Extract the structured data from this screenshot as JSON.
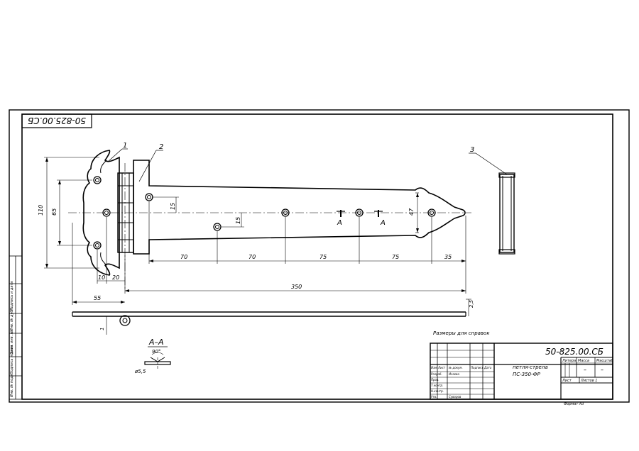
{
  "drawing": {
    "code_top": "50-825.00.СБ",
    "code_main": "50-825.00.СБ",
    "positions": [
      "1",
      "2",
      "3"
    ],
    "dims": {
      "h110": "110",
      "h65": "65",
      "h15a": "15",
      "h15b": "15",
      "h47": "47",
      "d10": "10",
      "d20": "20",
      "d55": "55",
      "d350": "350",
      "d70a": "70",
      "d70b": "70",
      "d75a": "75",
      "d75b": "75",
      "d35": "35",
      "d25": "2,5",
      "d1": "1"
    },
    "section_mark": "А",
    "section_title": "А–А",
    "angle": "90°",
    "hole": "ø5,5",
    "note": "Размеры для справок"
  },
  "title_block": {
    "name_line1": "петля-стрела",
    "name_line2": "ПС-350-ФР",
    "col_litera": "Литера",
    "col_massa": "Масса",
    "col_masshtab": "Масштаб",
    "dash1": "–",
    "dash2": "–",
    "sheet": "Лист",
    "sheets": "Листов 1",
    "format": "Формат А3",
    "header_row": [
      "Изм.",
      "Лист",
      "№ докум.",
      "Подпись",
      "Дата"
    ],
    "roles": [
      "Разраб.",
      "Пров.",
      "Т.контр.",
      "",
      "Н.контр.",
      "Утв."
    ],
    "names": [
      "Исаева",
      "",
      "",
      "",
      "",
      "Суворов"
    ]
  },
  "side_stamp": [
    "Инв. № подл.",
    "Подпись и дата",
    "Взам. инв. №",
    "Инв. № дубл.",
    "Подпись и дата"
  ]
}
